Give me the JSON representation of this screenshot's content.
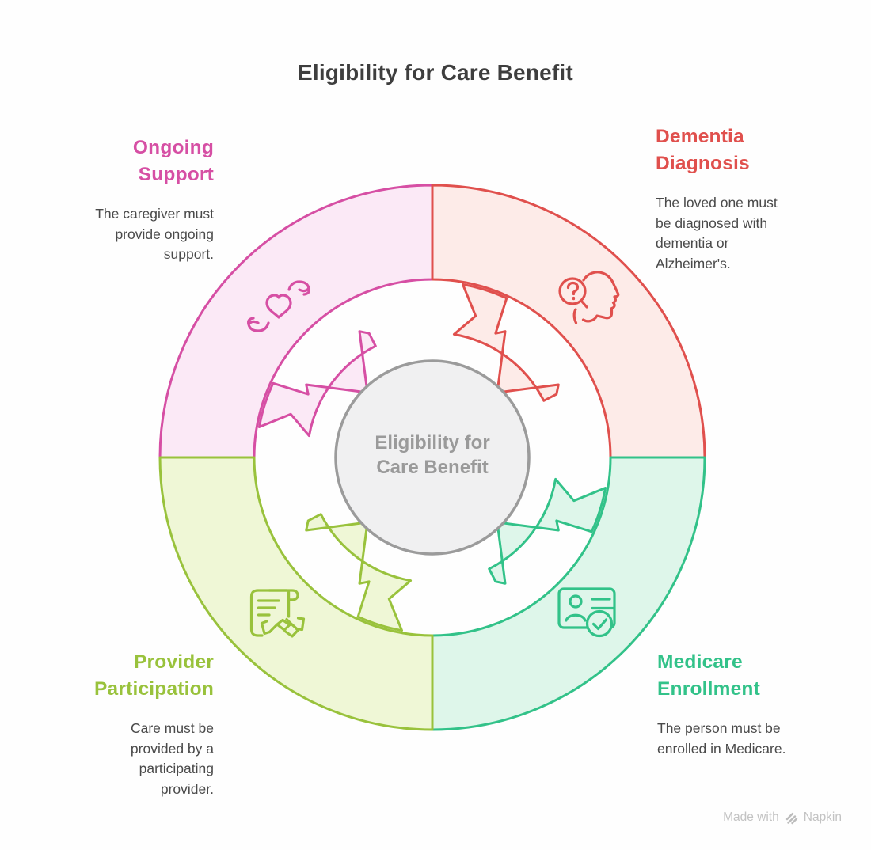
{
  "page": {
    "title": "Eligibility for Care Benefit",
    "background": "#fefefe"
  },
  "center": {
    "lines": [
      "Eligibility for",
      "Care Benefit"
    ],
    "fill": "#f0f0f1",
    "stroke": "#9b9b9b",
    "text_color": "#9a9a9a"
  },
  "sections": [
    {
      "id": "ongoing-support",
      "heading_lines": [
        "Ongoing",
        "Support"
      ],
      "body_lines": [
        "The caregiver must",
        "provide ongoing",
        "support."
      ],
      "color": "#d64fa4",
      "fill_color": "#fbe9f6",
      "icon": "hands-heart-icon",
      "position": "top-left"
    },
    {
      "id": "dementia-diagnosis",
      "heading_lines": [
        "Dementia",
        "Diagnosis"
      ],
      "body_lines": [
        "The loved one must",
        "be diagnosed with",
        "dementia or",
        "Alzheimer's."
      ],
      "color": "#e0504d",
      "fill_color": "#fdebe8",
      "icon": "head-question-icon",
      "position": "top-right"
    },
    {
      "id": "medicare-enrollment",
      "heading_lines": [
        "Medicare",
        "Enrollment"
      ],
      "body_lines": [
        "The person must be",
        "enrolled in Medicare."
      ],
      "color": "#32c289",
      "fill_color": "#def6ea",
      "icon": "id-card-check-icon",
      "position": "bottom-right"
    },
    {
      "id": "provider-participation",
      "heading_lines": [
        "Provider",
        "Participation"
      ],
      "body_lines": [
        "Care must be",
        "provided by a",
        "participating",
        "provider."
      ],
      "color": "#99c23c",
      "fill_color": "#eff7d6",
      "icon": "contract-handshake-icon",
      "position": "bottom-left"
    }
  ],
  "watermark": {
    "prefix": "Made with",
    "brand": "Napkin"
  }
}
